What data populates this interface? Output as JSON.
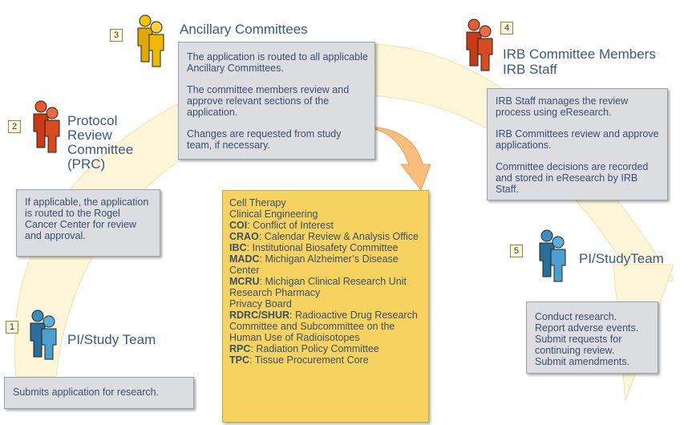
{
  "steps": [
    {
      "number": "1",
      "title": "PI/Study Team",
      "icon": "two-person-blue-icon",
      "color": "#3a8fc0",
      "paragraphs": [
        "Submits application for research."
      ]
    },
    {
      "number": "2",
      "title_lines": [
        "Protocol",
        "Review",
        "Committee",
        "(PRC)"
      ],
      "icon": "two-person-red-icon",
      "color": "#d8401e",
      "paragraphs": [
        "If applicable, the application is routed to the Rogel Cancer Center for review and approval."
      ]
    },
    {
      "number": "3",
      "title": "Ancillary Committees",
      "icon": "two-person-yellow-icon",
      "color": "#f0b400",
      "paragraphs": [
        "The application is routed to all applicable Ancillary Committees.",
        "The committee members review and approve relevant sections of the application.",
        "Changes are requested from study team, if necessary."
      ]
    },
    {
      "number": "4",
      "title_lines": [
        "IRB Committee Members",
        "IRB Staff"
      ],
      "icon": "two-person-red-icon",
      "color": "#d8401e",
      "paragraphs": [
        "IRB Staff manages the review process using eResearch.",
        "IRB Committees review and approve applications.",
        "Committee decisions are recorded and stored in eResearch by IRB Staff."
      ]
    },
    {
      "number": "5",
      "title": "PI/StudyTeam",
      "icon": "two-person-blue-icon",
      "color": "#3a8fc0",
      "lines": [
        "Conduct research.",
        "Report adverse events.",
        "Submit requests for",
        "continuing review.",
        "Submit amendments."
      ]
    }
  ],
  "ancillary_list": [
    {
      "abbr": "",
      "text": "Cell Therapy"
    },
    {
      "abbr": "",
      "text": "Clinical Engineering"
    },
    {
      "abbr": "COI",
      "text": ": Conflict of Interest"
    },
    {
      "abbr": "CRAO",
      "text": ": Calendar Review & Analysis Office"
    },
    {
      "abbr": "IBC",
      "text": ": Institutional Biosafety Committee"
    },
    {
      "abbr": "MADC",
      "text": ": Michigan Alzheimer’s Disease Center"
    },
    {
      "abbr": "MCRU",
      "text": ": Michigan Clinical Research Unit"
    },
    {
      "abbr": "",
      "text": "Research Pharmacy"
    },
    {
      "abbr": "",
      "text": "Privacy Board"
    },
    {
      "abbr": "RDRC/SHUR",
      "text": ": Radioactive Drug Research Committee and Subcommittee on the Human Use of Radioisotopes"
    },
    {
      "abbr": "RPC",
      "text": ": Radiation Policy Committee"
    },
    {
      "abbr": "TPC",
      "text": ": Tissue Procurement Core"
    }
  ],
  "colors": {
    "text": "#3a5a80",
    "box_fill": "#dcdde1",
    "list_fill": "#f6d25e",
    "arc_fill": "#fdf6d8",
    "arrow_fill": "#f7be7e"
  }
}
